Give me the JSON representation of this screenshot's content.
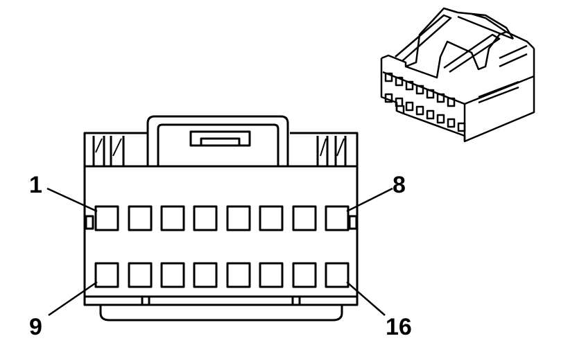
{
  "pin_labels": {
    "first_top": "1",
    "last_top": "8",
    "first_bottom": "9",
    "last_bottom": "16"
  },
  "pin_rows": [
    {
      "row": "top",
      "pins": [
        "1",
        "2",
        "3",
        "4",
        "5",
        "6",
        "7",
        "8"
      ]
    },
    {
      "row": "bottom",
      "pins": [
        "9",
        "10",
        "11",
        "12",
        "13",
        "14",
        "15",
        "16"
      ]
    }
  ],
  "colors": {
    "line": "#000000",
    "background": "#ffffff"
  },
  "icons": [
    "connector-face-view",
    "connector-isometric-view"
  ]
}
